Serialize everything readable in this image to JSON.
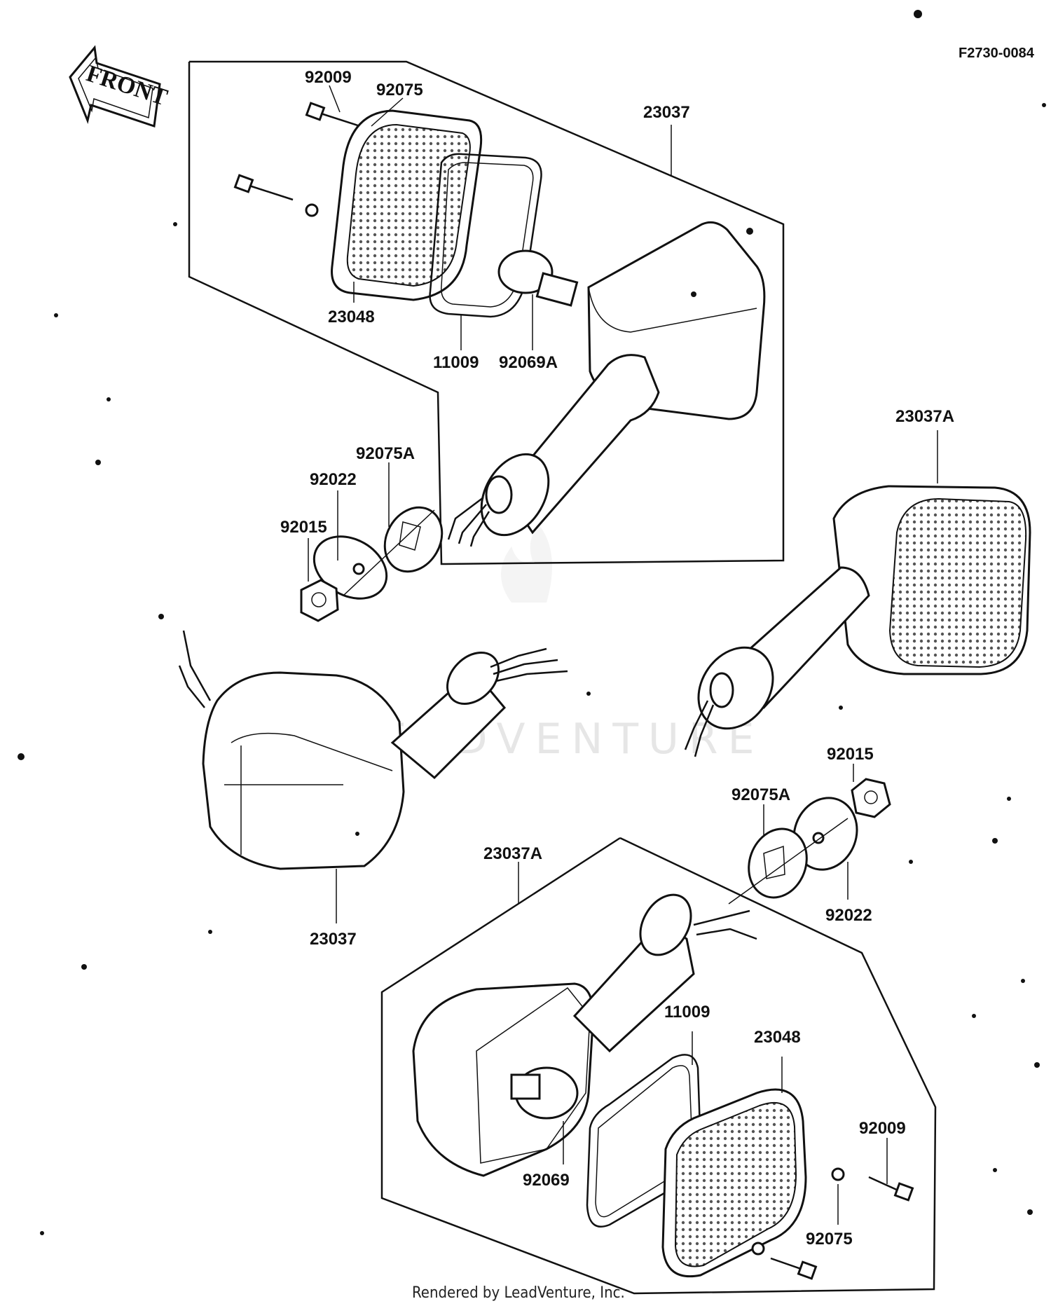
{
  "diagram": {
    "code": "F2730-0084",
    "front_label": "FRONT",
    "watermark": "LEADVENTURE",
    "credit": "Rendered by LeadVenture, Inc.",
    "upper_group": {
      "outline": "23037",
      "screw": "92009",
      "washer": "92075",
      "lens": "23048",
      "gasket": "11009",
      "bulb": "92069A",
      "bushing": "92075A",
      "plain_washer": "92022",
      "nut": "92015"
    },
    "middle": {
      "right_signal": "23037A",
      "left_signal": "23037",
      "nut": "92015",
      "bushing": "92075A",
      "plain_washer": "92022"
    },
    "lower_group": {
      "outline": "23037A",
      "gasket": "11009",
      "lens": "23048",
      "screw": "92009",
      "bulb": "92069",
      "washer": "92075"
    }
  }
}
